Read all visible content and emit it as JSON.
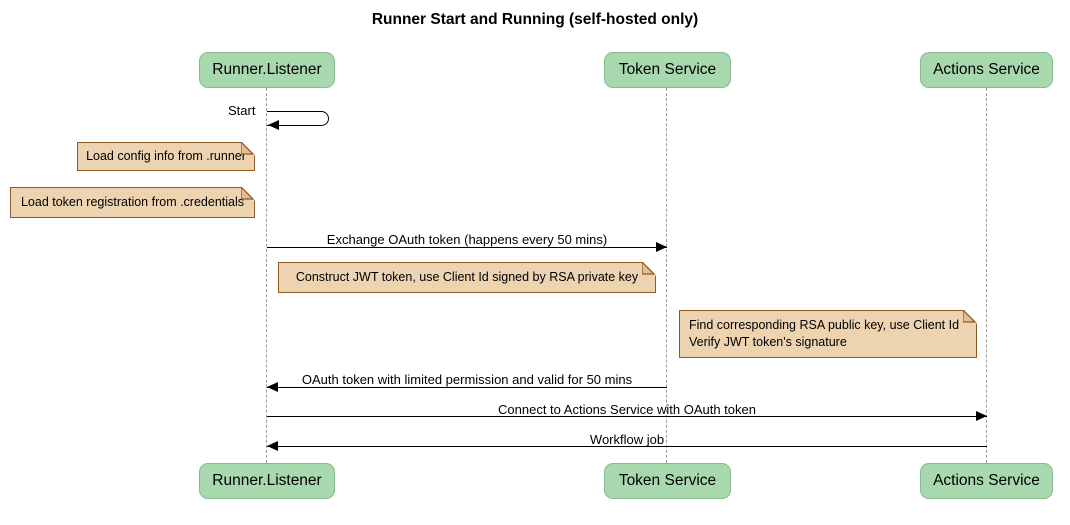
{
  "title": "Runner Start and Running (self-hosted only)",
  "colors": {
    "participant_fill": "#A8D8AD",
    "participant_border": "#8BB98F",
    "note_fill": "#EDD3B0",
    "note_fold": "#E3BF90",
    "note_border": "#8C5B29",
    "lifeline": "#9C9C9C",
    "arrow": "#000000"
  },
  "participants": [
    {
      "id": "runner-listener",
      "label": "Runner.Listener"
    },
    {
      "id": "token-service",
      "label": "Token Service"
    },
    {
      "id": "actions-service",
      "label": "Actions Service"
    }
  ],
  "messages": [
    {
      "label": "Start",
      "from": "runner-listener",
      "to": "runner-listener",
      "type": "self"
    },
    {
      "label": "Exchange OAuth token (happens every 50 mins)",
      "from": "runner-listener",
      "to": "token-service",
      "type": "solid-arrow"
    },
    {
      "label": "OAuth token with limited permission and valid for 50 mins",
      "from": "token-service",
      "to": "runner-listener",
      "type": "solid-arrow"
    },
    {
      "label": "Connect to Actions Service with OAuth token",
      "from": "runner-listener",
      "to": "actions-service",
      "type": "solid-arrow"
    },
    {
      "label": "Workflow job",
      "from": "actions-service",
      "to": "runner-listener",
      "type": "solid-arrow"
    }
  ],
  "notes": [
    {
      "text": "Load config info from .runner",
      "over": "left of runner-listener"
    },
    {
      "text": "Load token registration from .credentials",
      "over": "left of runner-listener"
    },
    {
      "text": "Construct JWT token, use Client Id signed by RSA private key",
      "over": "runner-listener to token-service"
    },
    {
      "lines": [
        "Find corresponding RSA public key, use Client Id",
        "Verify JWT token's signature"
      ],
      "over": "actions-service"
    }
  ]
}
